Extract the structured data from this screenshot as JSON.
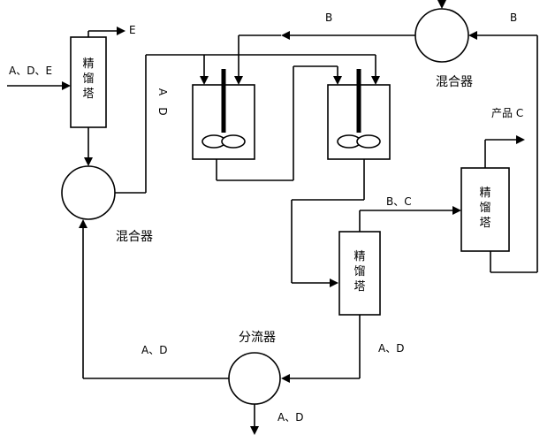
{
  "streams": {
    "feed": "A、D、E",
    "top_e": "E",
    "b_left": "B",
    "b_right": "B",
    "ad_a": "A",
    "ad_d": "D",
    "product_c": "产品 C",
    "bc": "B、C",
    "ad_col3_out": "A、D",
    "ad_recycle": "A、D",
    "ad_purge": "A、D"
  },
  "units": {
    "column_label": [
      "精",
      "馏",
      "塔"
    ],
    "mixer_left": "混合器",
    "mixer_right": "混合器",
    "splitter": "分流器"
  }
}
